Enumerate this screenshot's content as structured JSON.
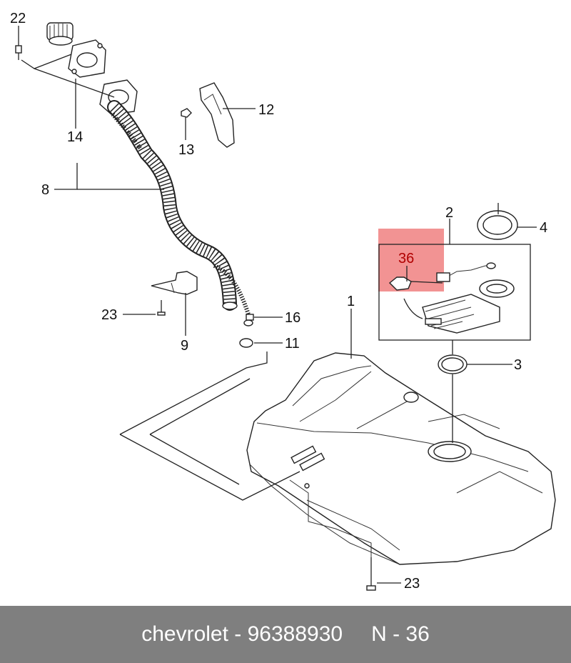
{
  "diagram": {
    "callouts": {
      "c1": "1",
      "c2": "2",
      "c3": "3",
      "c4": "4",
      "c8": "8",
      "c9": "9",
      "c11": "11",
      "c12": "12",
      "c13": "13",
      "c14": "14",
      "c16": "16",
      "c22": "22",
      "c23a": "23",
      "c23b": "23",
      "c36": "36"
    },
    "highlight_color": "#f08080"
  },
  "footer": {
    "brand_part": "chevrolet - 96388930",
    "diagram_code": "N - 36"
  }
}
